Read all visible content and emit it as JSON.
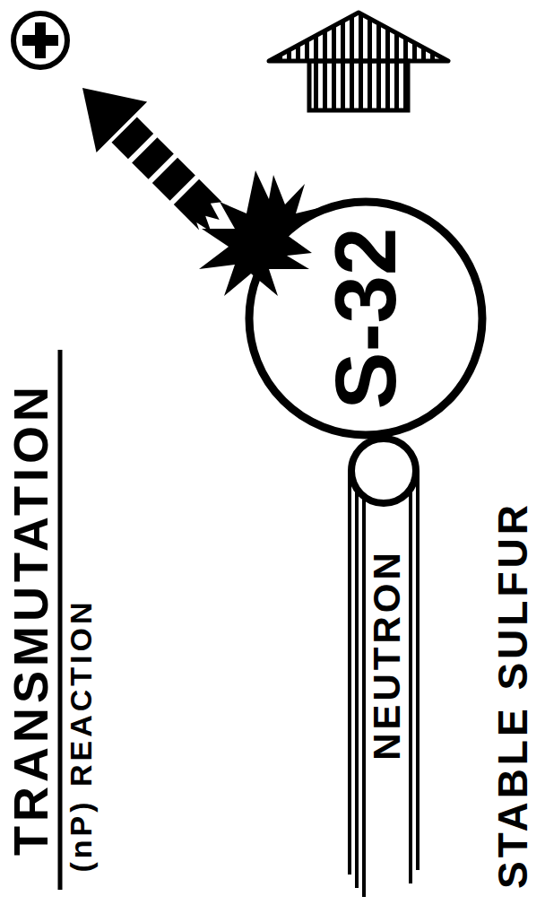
{
  "diagram": {
    "title": "TRANSMUTATION",
    "nodes": [
      {
        "text": [
          "S-32",
          "STABLE SULFUR"
        ]
      },
      {
        "text": [
          "NEUTRON"
        ]
      }
    ],
    "labels": [
      "(nP) REACTION"
    ]
  }
}
